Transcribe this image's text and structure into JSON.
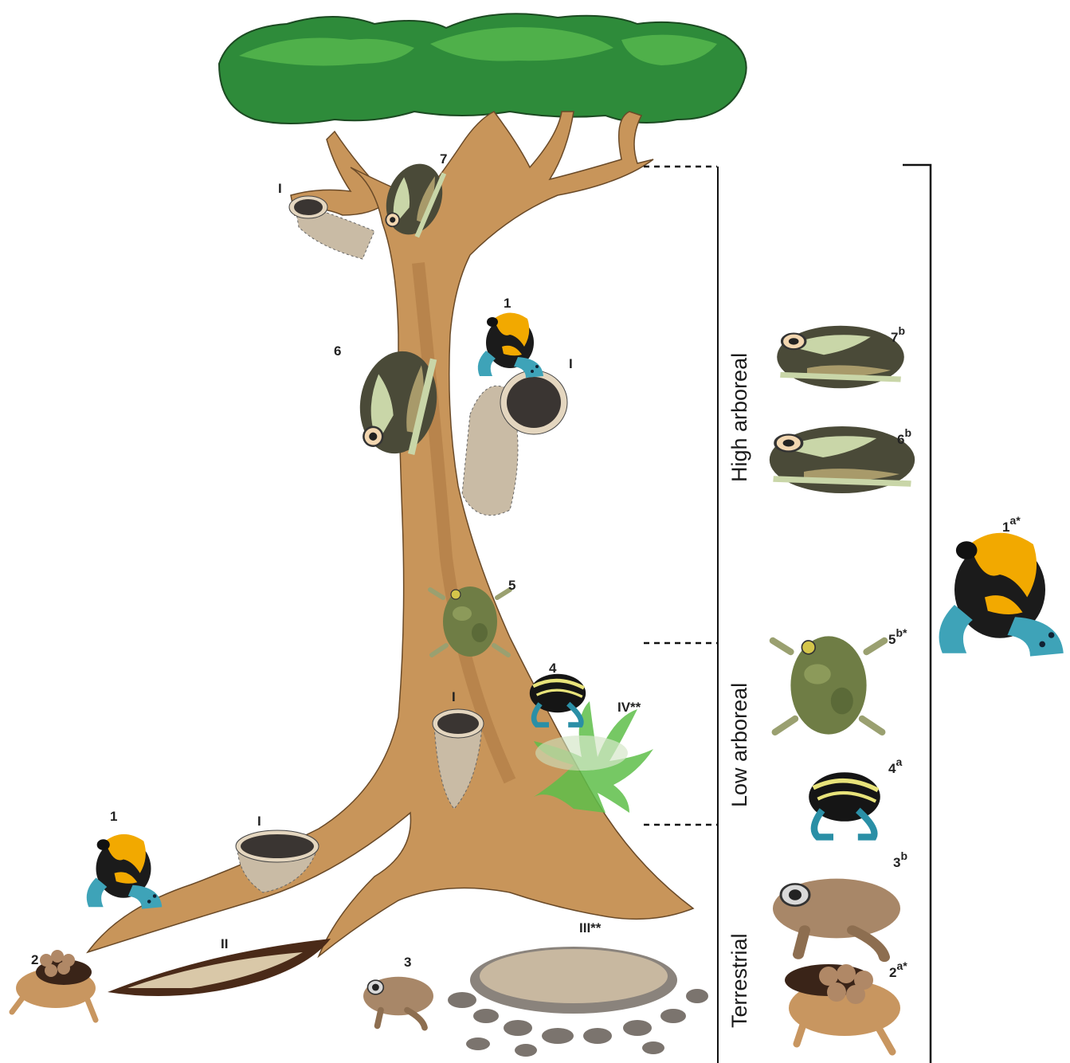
{
  "tree_labels": {
    "hole_top": "I",
    "hole_mid": "I",
    "hole_lower": "I",
    "hole_root": "I",
    "leaf_litter": "II",
    "ground_pool": "III**",
    "bromeliad": "IV**"
  },
  "frog_labels": {
    "f7": "7",
    "f6": "6",
    "f1_tree": "1",
    "f5": "5",
    "f4": "4",
    "f1_ground": "1",
    "f2": "2",
    "f3": "3"
  },
  "strata": {
    "high": "High arboreal",
    "low": "Low arboreal",
    "terrestrial": "Terrestrial"
  },
  "legend": {
    "f7": {
      "num": "7",
      "sup": "b"
    },
    "f6": {
      "num": "6",
      "sup": "b"
    },
    "f5": {
      "num": "5",
      "sup": "b*"
    },
    "f4": {
      "num": "4",
      "sup": "a"
    },
    "f3": {
      "num": "3",
      "sup": "b"
    },
    "f2": {
      "num": "2",
      "sup": "a*"
    },
    "f1": {
      "num": "1",
      "sup": "a*"
    }
  },
  "colors": {
    "canopy": "#2e8b3a",
    "canopy_light": "#4fb04a",
    "trunk": "#c8955a",
    "trunk_shade": "#b07d46",
    "poison_yellow": "#f2a900",
    "poison_blue": "#3ea3b8",
    "milk_frog": "#4a4a38",
    "milk_frog_light": "#c9d6a8"
  }
}
